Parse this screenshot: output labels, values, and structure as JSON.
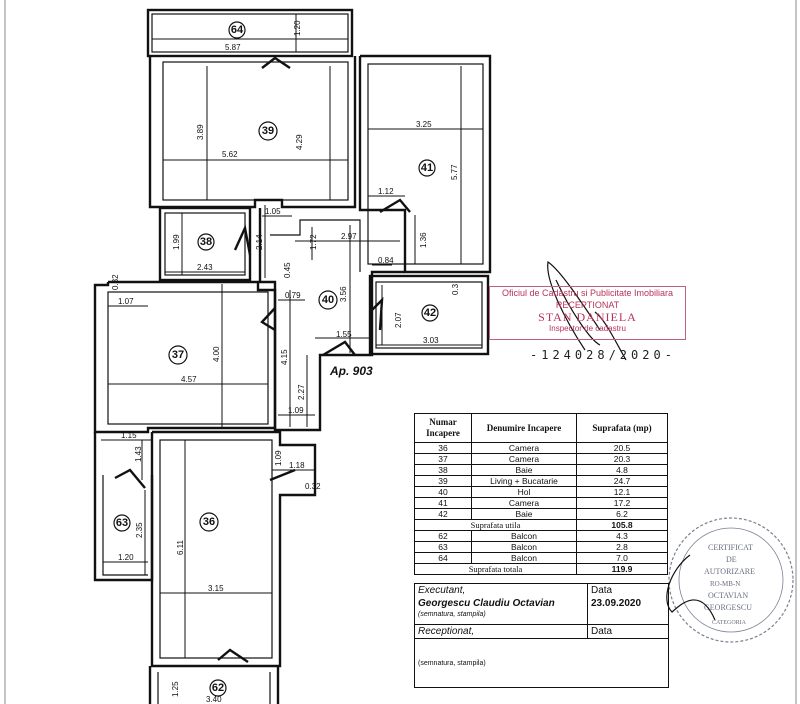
{
  "plan": {
    "apartment_label": "Ap. 903",
    "rooms": [
      "64",
      "39",
      "41",
      "38",
      "40",
      "42",
      "37",
      "63",
      "36",
      "62"
    ],
    "dimensions": {
      "b64_len": "5.87",
      "b64_w": "1.20",
      "r39_w": "5.62",
      "r39_h1": "3.89",
      "r39_h2": "4.29",
      "r41_w": "3.25",
      "r41_h": "5.77",
      "r41_a": "1.12",
      "r41_b": "1.36",
      "r38_w": "2.43",
      "r38_h": "1.99",
      "r38_c": "2.14",
      "r38_d": "1.05",
      "r40_a": "2.97",
      "r40_b": "1.72",
      "r40_c": "0.84",
      "r40_d": "0.45",
      "r40_e": "3.56",
      "r40_f": "0.79",
      "r40_g": "4.15",
      "r40_h": "1.55",
      "r40_i": "2.27",
      "r40_j": "1.09",
      "r42_h": "2.07",
      "r42_w": "3.03",
      "r42_c": "0.3",
      "r37_w": "4.57",
      "r37_h": "4.00",
      "r37_a": "1.07",
      "r37_b": "0.32",
      "r63_w": "1.20",
      "r63_h": "2.35",
      "r63_a": "1.15",
      "r63_b": "1.43",
      "r36_w": "3.15",
      "r36_h": "6.11",
      "r36_a": "1.18",
      "r36_b": "1.09",
      "r36_c": "0.32",
      "r62_w": "3.40",
      "r62_h": "1.25"
    }
  },
  "table": {
    "headers": [
      "Numar Incapere",
      "Denumire Incapere",
      "Suprafata (mp)"
    ],
    "rows": [
      {
        "nr": "36",
        "name": "Camera",
        "area": "20.5"
      },
      {
        "nr": "37",
        "name": "Camera",
        "area": "20.3"
      },
      {
        "nr": "38",
        "name": "Baie",
        "area": "4.8"
      },
      {
        "nr": "39",
        "name": "Living + Bucatarie",
        "area": "24.7"
      },
      {
        "nr": "40",
        "name": "Hol",
        "area": "12.1"
      },
      {
        "nr": "41",
        "name": "Camera",
        "area": "17.2"
      },
      {
        "nr": "42",
        "name": "Baie",
        "area": "6.2"
      }
    ],
    "useful_label": "Suprafata utila",
    "useful_value": "105.8",
    "balconies": [
      {
        "nr": "62",
        "name": "Balcon",
        "area": "4.3"
      },
      {
        "nr": "63",
        "name": "Balcon",
        "area": "2.8"
      },
      {
        "nr": "64",
        "name": "Balcon",
        "area": "7.0"
      }
    ],
    "total_label": "Suprafata totala",
    "total_value": "119.9"
  },
  "signatures": {
    "executant_label": "Executant,",
    "date_label": "Data",
    "executant_name": "Georgescu Claudiu Octavian",
    "executant_date": "23.09.2020",
    "sign_note": "(semnatura, stampila)",
    "receptionat_label": "Receptionat,",
    "receptionat_date_label": "Data",
    "sign_note2": "(semnatura, stampila)"
  },
  "stamps": {
    "office": "Oficiul de Cadastru si Publicitate Imobiliara",
    "received": "RECEPTIONAT",
    "inspector_name": "STAN DANIELA",
    "inspector_title": "Inspector de cadastru",
    "number": "-124028/2020-",
    "round_text": [
      "CERTIFICAT",
      "DE",
      "AUTORIZARE",
      "RO-MB-N",
      "OCTAVIAN",
      "GEORGESCU",
      "CATEGORIA"
    ],
    "red_color": "#b8325a"
  }
}
